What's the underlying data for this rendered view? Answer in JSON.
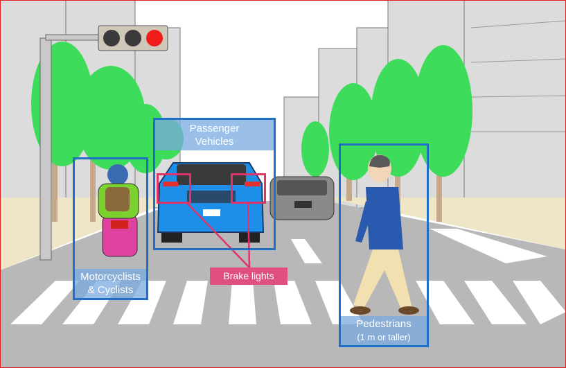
{
  "labels": {
    "passenger_line1": "Passenger",
    "passenger_line2": "Vehicles",
    "moto_line1": "Motorcyclists",
    "moto_line2": "& Cyclists",
    "ped_line1": "Pedestrians",
    "ped_line2": "(1 m or taller)",
    "brake": "Brake lights"
  },
  "colors": {
    "box": "#1f6fc4",
    "brake": "#e0336a",
    "tree": "#3ddc5a",
    "road": "#b8b8b8"
  }
}
